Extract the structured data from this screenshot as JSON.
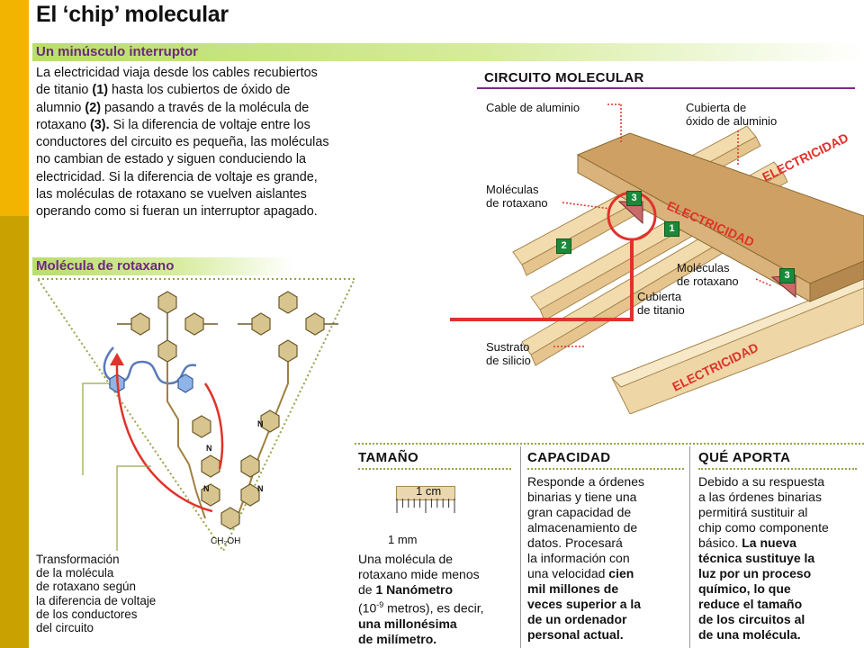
{
  "title": "El ‘chip’ molecular",
  "section1": {
    "heading": "Un minúsculo interruptor",
    "lines": [
      {
        "pre": "La electricidad viaja desde los cables recubiertos",
        "b": "",
        "post": ""
      },
      {
        "pre": "de titanio ",
        "b": "(1)",
        "post": " hasta los cubiertos de óxido de"
      },
      {
        "pre": "alumnio ",
        "b": "(2)",
        "post": " pasando a través de la molécula de"
      },
      {
        "pre": "rotaxano ",
        "b": "(3).",
        "post": " Si la diferencia de voltaje entre los"
      },
      {
        "pre": "conductores del circuito es pequeña, las moléculas",
        "b": "",
        "post": ""
      },
      {
        "pre": "no cambian de estado y siguen conduciendo la",
        "b": "",
        "post": ""
      },
      {
        "pre": "electricidad. Si la diferencia de voltaje es grande,",
        "b": "",
        "post": ""
      },
      {
        "pre": "las moléculas de rotaxano se vuelven aislantes",
        "b": "",
        "post": ""
      },
      {
        "pre": "operando como si fueran un interruptor apagado.",
        "b": "",
        "post": ""
      }
    ]
  },
  "circuit": {
    "heading": "CIRCUITO MOLECULAR",
    "cable_aluminio": "Cable de aluminio",
    "cubierta_oxido": [
      "Cubierta de",
      "óxido de aluminio"
    ],
    "moleculas_rotaxano_1": [
      "Moléculas",
      "de rotaxano"
    ],
    "moleculas_rotaxano_2": [
      "Moléculas",
      "de rotaxano"
    ],
    "cubierta_titanio": [
      "Cubierta",
      "de titanio"
    ],
    "sustrato": [
      "Sustrato",
      "de silicio"
    ],
    "electricidad": "ELECTRICIDAD",
    "num1": "1",
    "num2": "2",
    "num3": "3"
  },
  "section2": {
    "heading": "Molécula de rotaxano",
    "ch2oh": "CH₂OH",
    "n_label": "N",
    "caption": [
      "Transformación",
      "de la molécula",
      "de rotaxano según",
      "la diferencia de voltaje",
      "de los conductores",
      "del circuito"
    ]
  },
  "tamano": {
    "heading": "TAMAÑO",
    "ruler_cm": "1 cm",
    "ruler_mm": "1 mm",
    "l1": "Una molécula de",
    "l2": "rotaxano mide menos",
    "l3_pre": "de ",
    "l3_b": "1 Nanómetro",
    "l4_a": "(10",
    "l4_sup": "-9",
    "l4_b": " metros), es decir,",
    "l5": "una millonésima",
    "l6": "de milímetro."
  },
  "capacidad": {
    "heading": "CAPACIDAD",
    "lines": [
      {
        "t": "Responde a órdenes",
        "b": false
      },
      {
        "t": "binarias y tiene una",
        "b": false
      },
      {
        "t": "gran capacidad de",
        "b": false
      },
      {
        "t": "almacenamiento de",
        "b": false
      },
      {
        "t": "datos. Procesará",
        "b": false
      },
      {
        "t": "la información con",
        "b": false
      },
      {
        "t": "una velocidad ",
        "tb": "cien",
        "b": false
      },
      {
        "t": "mil millones de",
        "b": true
      },
      {
        "t": "veces superior a la",
        "b": true
      },
      {
        "t": "de un ordenador",
        "b": true
      },
      {
        "t": "personal actual.",
        "b": true
      }
    ]
  },
  "aporta": {
    "heading": "QUÉ APORTA",
    "lines": [
      {
        "t": "Debido a su respuesta",
        "b": false
      },
      {
        "t": "a las órdenes binarias",
        "b": false
      },
      {
        "t": "permitirá sustituir al",
        "b": false
      },
      {
        "t": "chip como componente",
        "b": false
      },
      {
        "t": "básico. ",
        "tb": "La nueva",
        "b": false
      },
      {
        "t": "técnica sustituye la",
        "b": true
      },
      {
        "t": "luz por un proceso",
        "b": true
      },
      {
        "t": "químico, lo que",
        "b": true
      },
      {
        "t": "reduce el tamaño",
        "b": true
      },
      {
        "t": "de los circuitos al",
        "b": true
      },
      {
        "t": "de una molécula.",
        "b": true
      }
    ]
  },
  "colors": {
    "accent_purple": "#6b2a7a",
    "band_green": "#b9de6a",
    "number_green": "#1a8a3a",
    "arrow_red": "#e0322a",
    "wood": "#d9b27c",
    "bar_gold": "#f2b400"
  }
}
